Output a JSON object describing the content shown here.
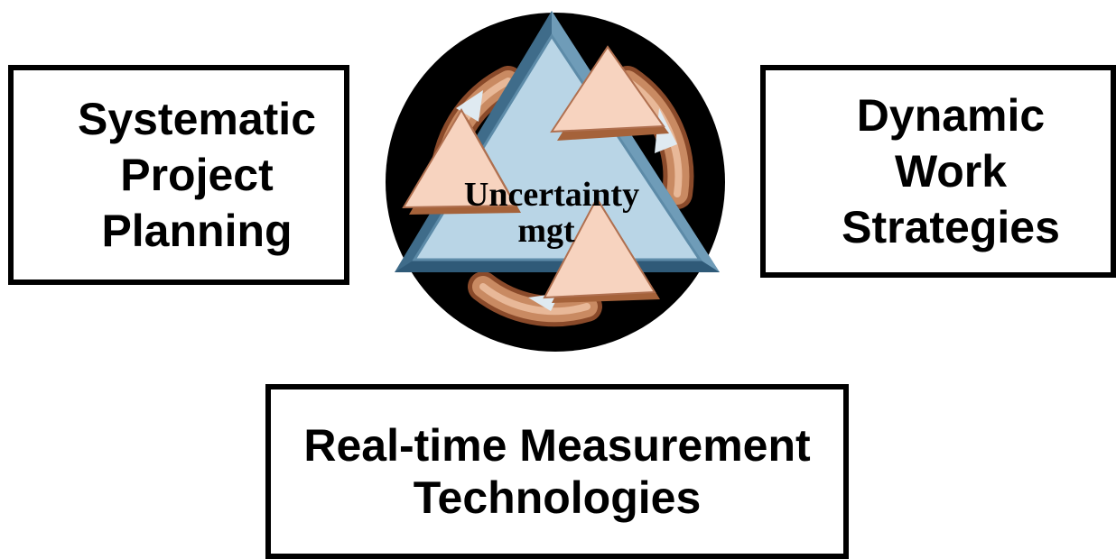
{
  "boxes": {
    "planning": "Systematic\nProject\nPlanning",
    "dynamic": "Dynamic\nWork\nStrategies",
    "measurement": "Real-time Measurement\nTechnologies"
  },
  "center": {
    "line1": "Uncertainty",
    "line2": "mgt"
  },
  "colors": {
    "border": "#000000",
    "triangle_fill": "#b9d5e6",
    "triangle_frame": "#5d8ba8",
    "arrow_fill": "#f7d3bf",
    "arrow_shadow": "#a5623a",
    "ring_copper": "#c98a62",
    "disc": "#000000"
  }
}
